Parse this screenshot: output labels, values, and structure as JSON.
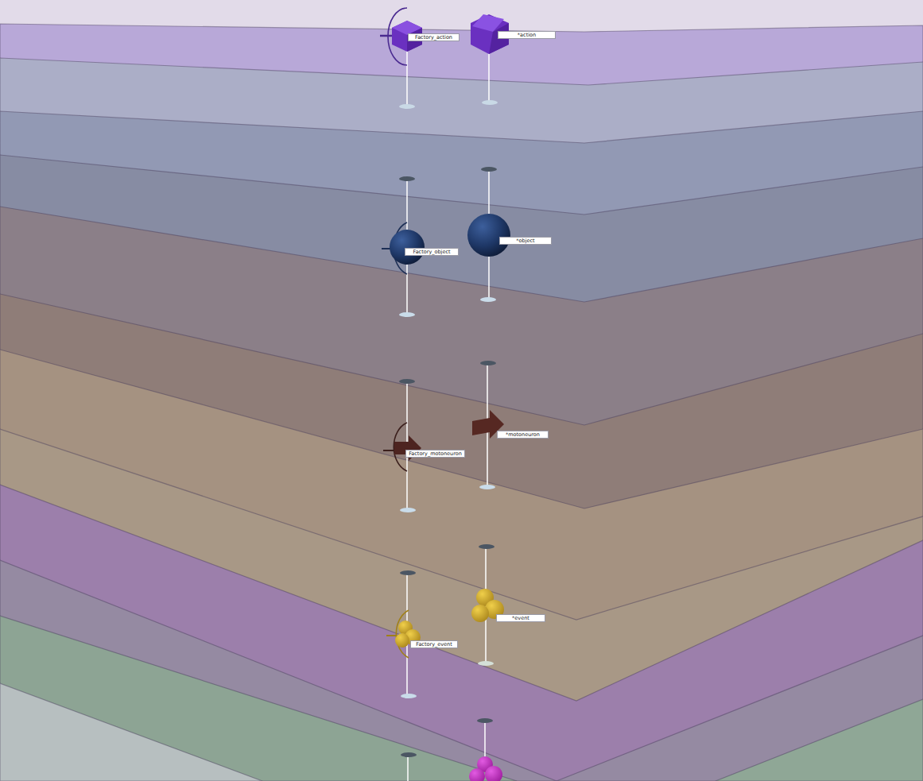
{
  "diagram": {
    "nodes": [
      {
        "text": [
          "Factory_action"
        ]
      },
      {
        "text": [
          "*action"
        ]
      },
      {
        "text": [
          "Factory_object"
        ]
      },
      {
        "text": [
          "*object"
        ]
      },
      {
        "text": [
          "Factory_motoneuron"
        ]
      },
      {
        "text": [
          "*motoneuron"
        ]
      },
      {
        "text": [
          "Factory_event"
        ]
      },
      {
        "text": [
          "*event"
        ]
      }
    ]
  }
}
